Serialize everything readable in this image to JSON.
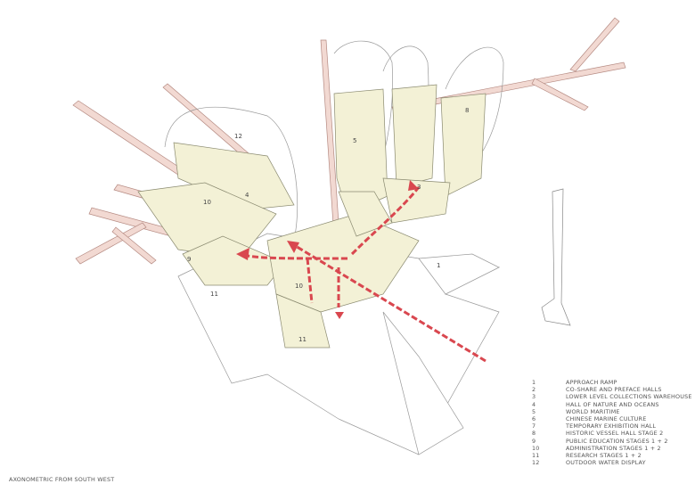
{
  "caption": "AXONOMETRIC FROM SOUTH WEST",
  "legend": [
    {
      "num": "1",
      "label": "APPROACH RAMP"
    },
    {
      "num": "2",
      "label": "CO-SHARE AND PREFACE HALLS"
    },
    {
      "num": "3",
      "label": "LOWER LEVEL COLLECTIONS WAREHOUSE"
    },
    {
      "num": "4",
      "label": "HALL OF NATURE AND OCEANS"
    },
    {
      "num": "5",
      "label": "WORLD MARITIME"
    },
    {
      "num": "6",
      "label": "CHINESE MARINE CULTURE"
    },
    {
      "num": "7",
      "label": "TEMPORARY EXHIBITION HALL"
    },
    {
      "num": "8",
      "label": "HISTORIC VESSEL HALL STAGE 2"
    },
    {
      "num": "9",
      "label": "PUBLIC EDUCATION STAGES 1 + 2"
    },
    {
      "num": "10",
      "label": "ADMINISTRATION STAGES 1 + 2"
    },
    {
      "num": "11",
      "label": "RESEARCH STAGES 1 + 2"
    },
    {
      "num": "12",
      "label": "OUTDOOR WATER DISPLAY"
    }
  ],
  "drawing_labels": {
    "l1": "1",
    "l3": "3",
    "l4": "4",
    "l5": "5",
    "l8": "8",
    "l9": "9",
    "l10a": "10",
    "l10b": "10",
    "l11a": "11",
    "l11b": "11",
    "l12": "12"
  },
  "colors": {
    "pier": "#f2d9d2",
    "hall": "#f3f1d6",
    "route": "#d9474f",
    "roof": "#ffffff"
  }
}
